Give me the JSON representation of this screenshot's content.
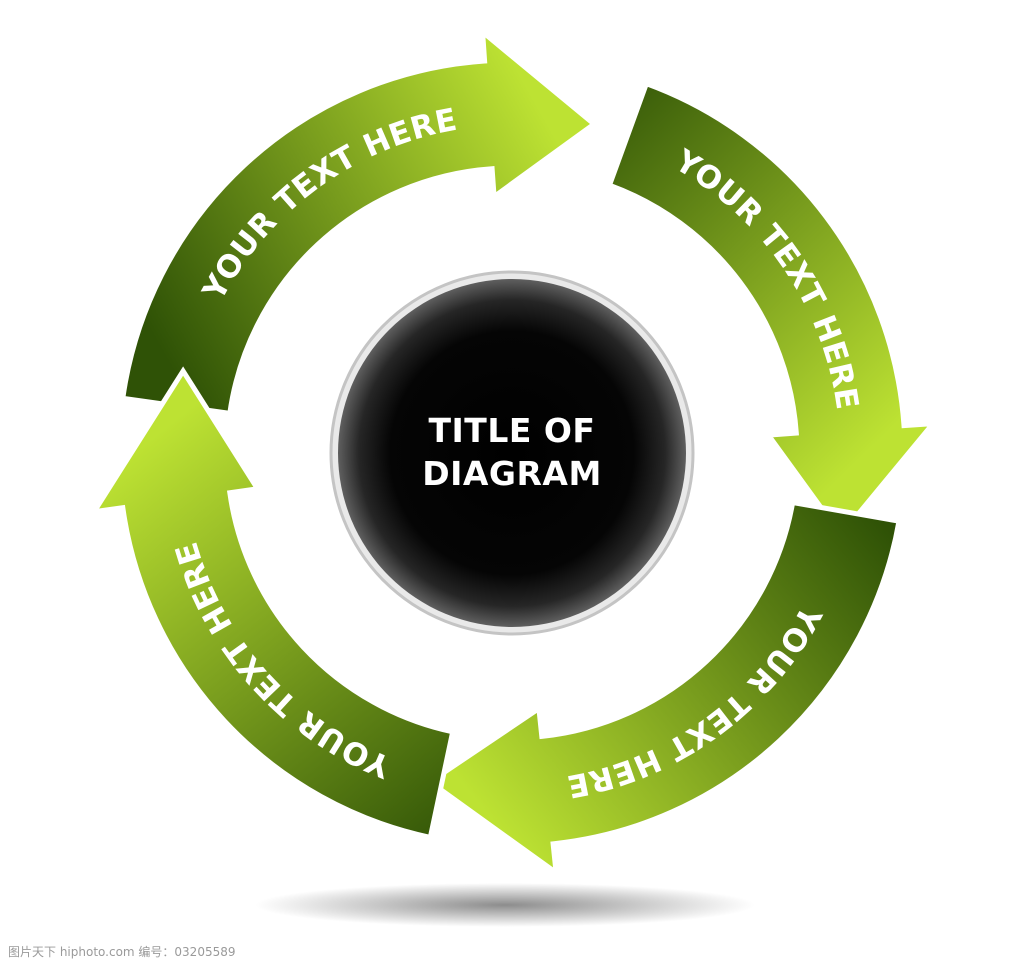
{
  "diagram": {
    "title_line1": "TITLE OF",
    "title_line2": "DIAGRAM",
    "segments": [
      {
        "label": "YOUR TEXT HERE"
      },
      {
        "label": "YOUR TEXT HERE"
      },
      {
        "label": "YOUR TEXT HERE"
      },
      {
        "label": "YOUR TEXT HERE"
      }
    ]
  },
  "watermark": "图片天下 hiphoto.com   编号：03205589",
  "colors": {
    "dark_green": "#2f5206",
    "light_green": "#b8dc2c",
    "center_black": "#050505",
    "center_ring": "#bcbcbc"
  }
}
